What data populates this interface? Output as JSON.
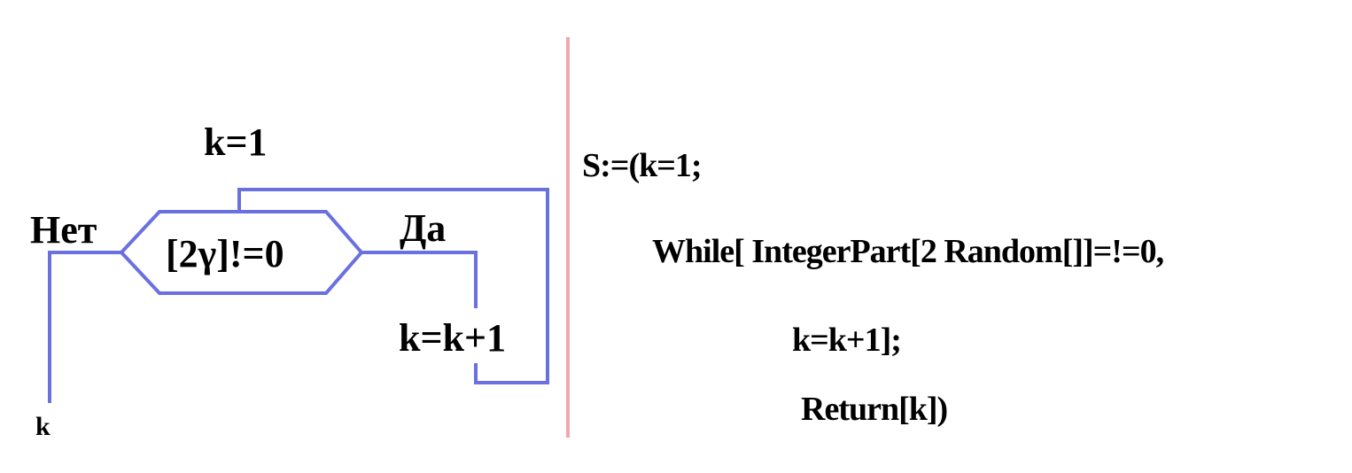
{
  "flowchart": {
    "init_label": "k=1",
    "condition_label": "[2γ]!=0",
    "no_label": "Нет",
    "yes_label": "Да",
    "increment_label": "k=k+1",
    "output_label": "k"
  },
  "code": {
    "lines": [
      "S:=(k=1;",
      "While[ IntegerPart[2 Random[]]=!=0,",
      "k=k+1];",
      "Return[k])"
    ]
  },
  "colors": {
    "flow_line": "#6b70e0",
    "divider": "#f0a7ad",
    "text": "#000000",
    "background": "#ffffff"
  }
}
